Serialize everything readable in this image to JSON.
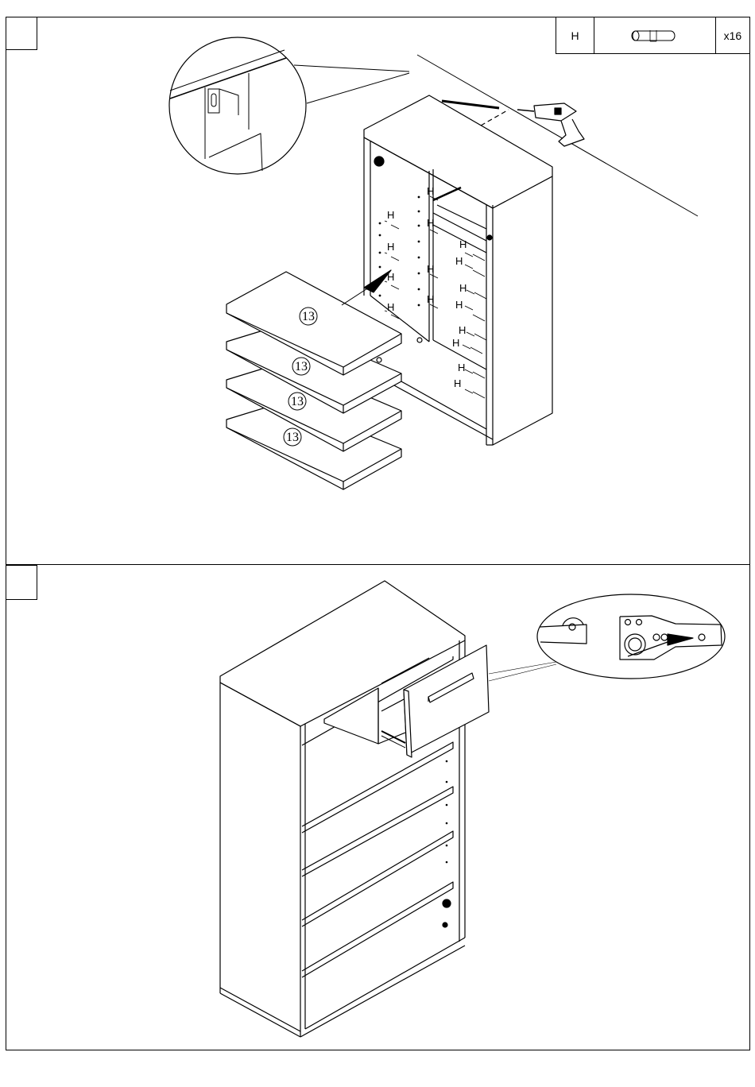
{
  "step1": {
    "step_number": "",
    "part": {
      "letter": "H",
      "quantity": "x16",
      "icon": "wooden-dowel-icon"
    },
    "dowel_label": "H",
    "shelf_label": "13"
  },
  "step2": {
    "step_number": ""
  }
}
